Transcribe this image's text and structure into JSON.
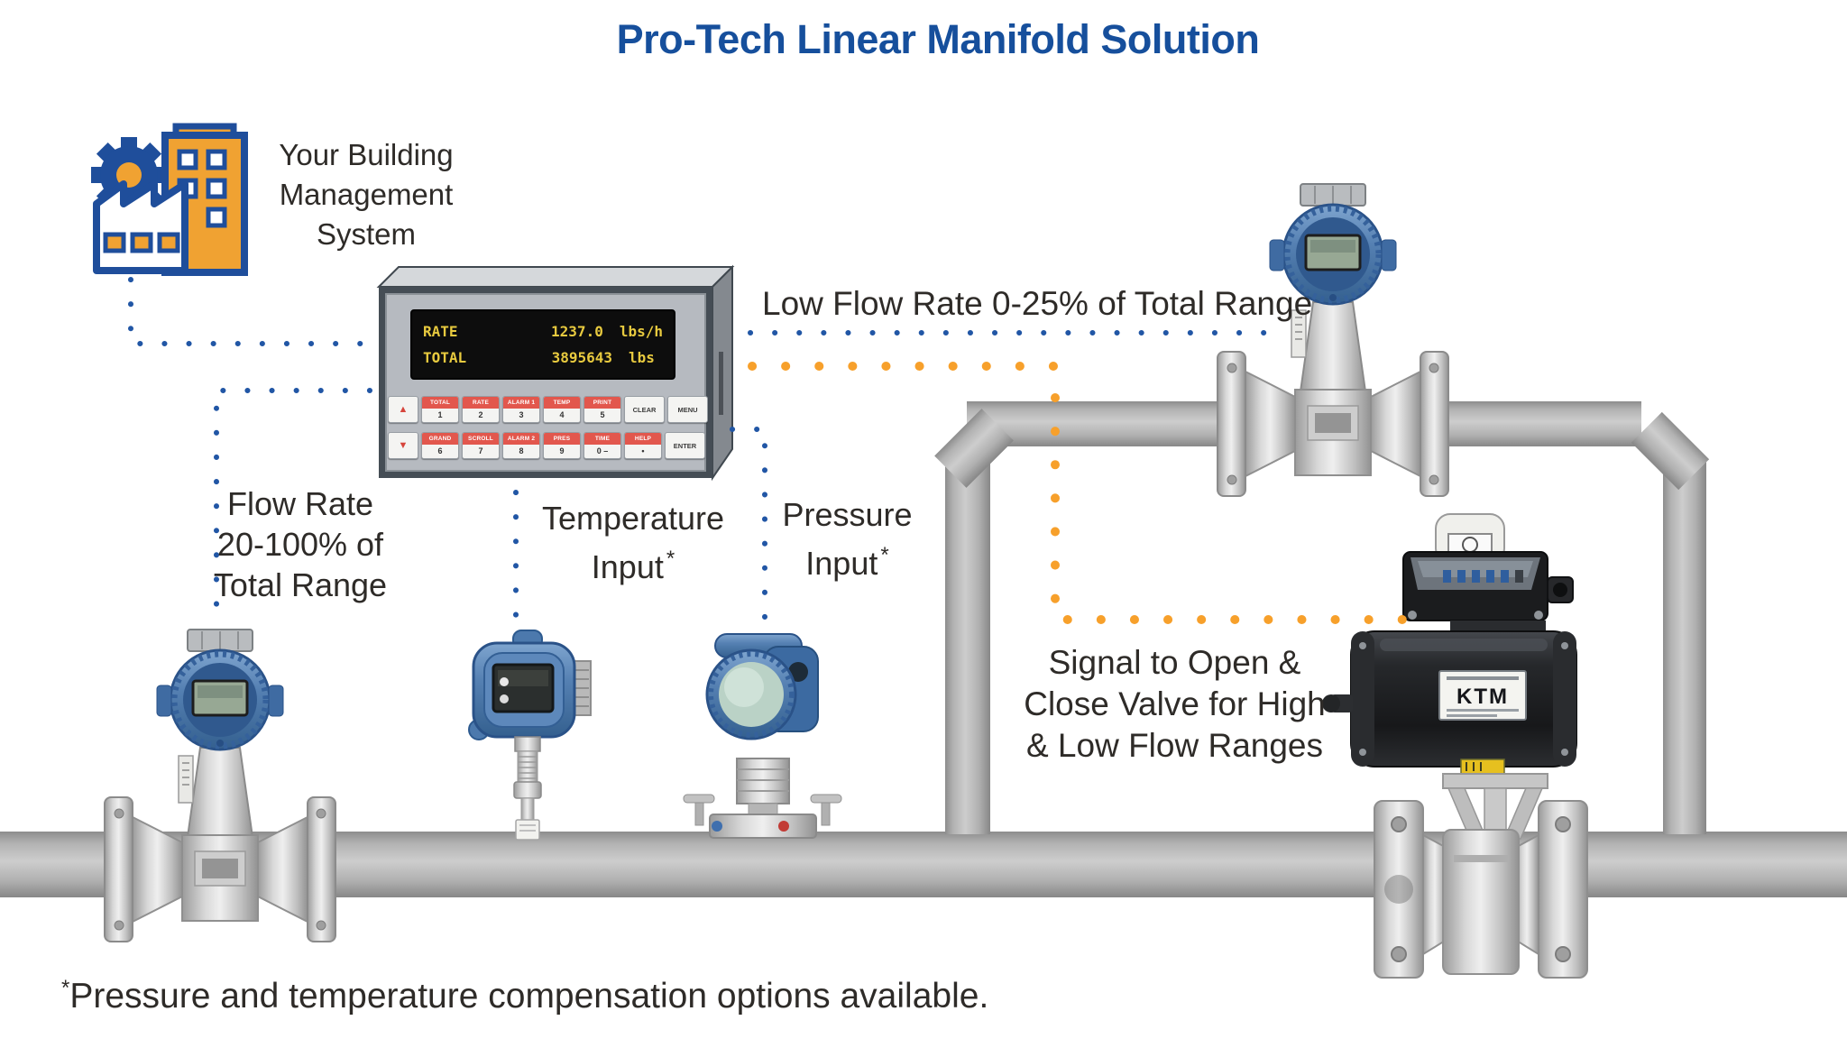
{
  "title": "Pro-Tech Linear Manifold Solution",
  "bms": {
    "lines": [
      "Your Building",
      "Management",
      "System"
    ]
  },
  "device": {
    "display": {
      "rate_label": "RATE",
      "rate_value": "1237.0",
      "rate_unit": "lbs/h",
      "total_label": "TOTAL",
      "total_value": "3895643",
      "total_unit": "lbs"
    },
    "keys": {
      "up": "▲",
      "down": "▼",
      "row1": [
        {
          "fn": "TOTAL",
          "num": "1"
        },
        {
          "fn": "RATE",
          "num": "2"
        },
        {
          "fn": "ALARM 1",
          "num": "3"
        },
        {
          "fn": "TEMP",
          "num": "4"
        },
        {
          "fn": "PRINT",
          "num": "5"
        }
      ],
      "clear": "CLEAR",
      "menu": "MENU",
      "row2": [
        {
          "fn": "GRAND",
          "num": "6"
        },
        {
          "fn": "SCROLL",
          "num": "7"
        },
        {
          "fn": "ALARM 2",
          "num": "8"
        },
        {
          "fn": "PRES",
          "num": "9"
        },
        {
          "fn": "TIME",
          "num": "0 –"
        },
        {
          "fn": "HELP",
          "num": "•"
        }
      ],
      "enter": "ENTER"
    }
  },
  "annotations": {
    "low_flow": "Low Flow Rate 0-25% of Total Range",
    "flow_rate_lines": [
      "Flow Rate",
      "20-100% of",
      "Total Range"
    ],
    "temperature_line1": "Temperature",
    "temperature_line2": "Input",
    "pressure_line1": "Pressure",
    "pressure_line2": "Input",
    "asterisk": "*",
    "signal_lines": [
      "Signal to Open &",
      "Close Valve for High",
      "& Low Flow Ranges"
    ],
    "footnote_mark": "*",
    "footnote": "Pressure and temperature compensation options available."
  },
  "valve": {
    "brand": "KTM"
  },
  "icons": {
    "bms": [
      "gear-icon",
      "building-icon",
      "factory-icon"
    ],
    "equipment": [
      "flow-computer",
      "vortex-meter-icon",
      "temperature-transmitter-icon",
      "pressure-transmitter-icon",
      "valve-actuator-icon",
      "ball-valve-icon",
      "pipe-graphic"
    ]
  },
  "colors": {
    "title_blue": "#164f9c",
    "dot_blue": "#2156a5",
    "dot_orange": "#f7a02b",
    "icon_blue": "#1f4e9b",
    "icon_orange": "#f0a232",
    "key_red": "#e2574d",
    "lcd_yellow": "#e8ca3f",
    "pipe_gray": "#b5b5b5"
  }
}
